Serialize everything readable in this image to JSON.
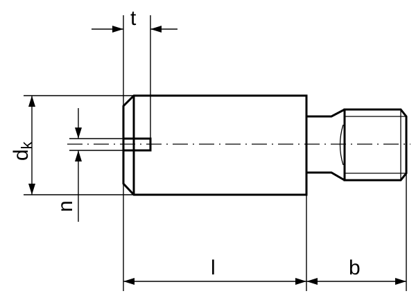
{
  "labels": {
    "t": "t",
    "dk_main": "d",
    "dk_sub": "k",
    "n": "n",
    "l": "l",
    "b": "b"
  }
}
